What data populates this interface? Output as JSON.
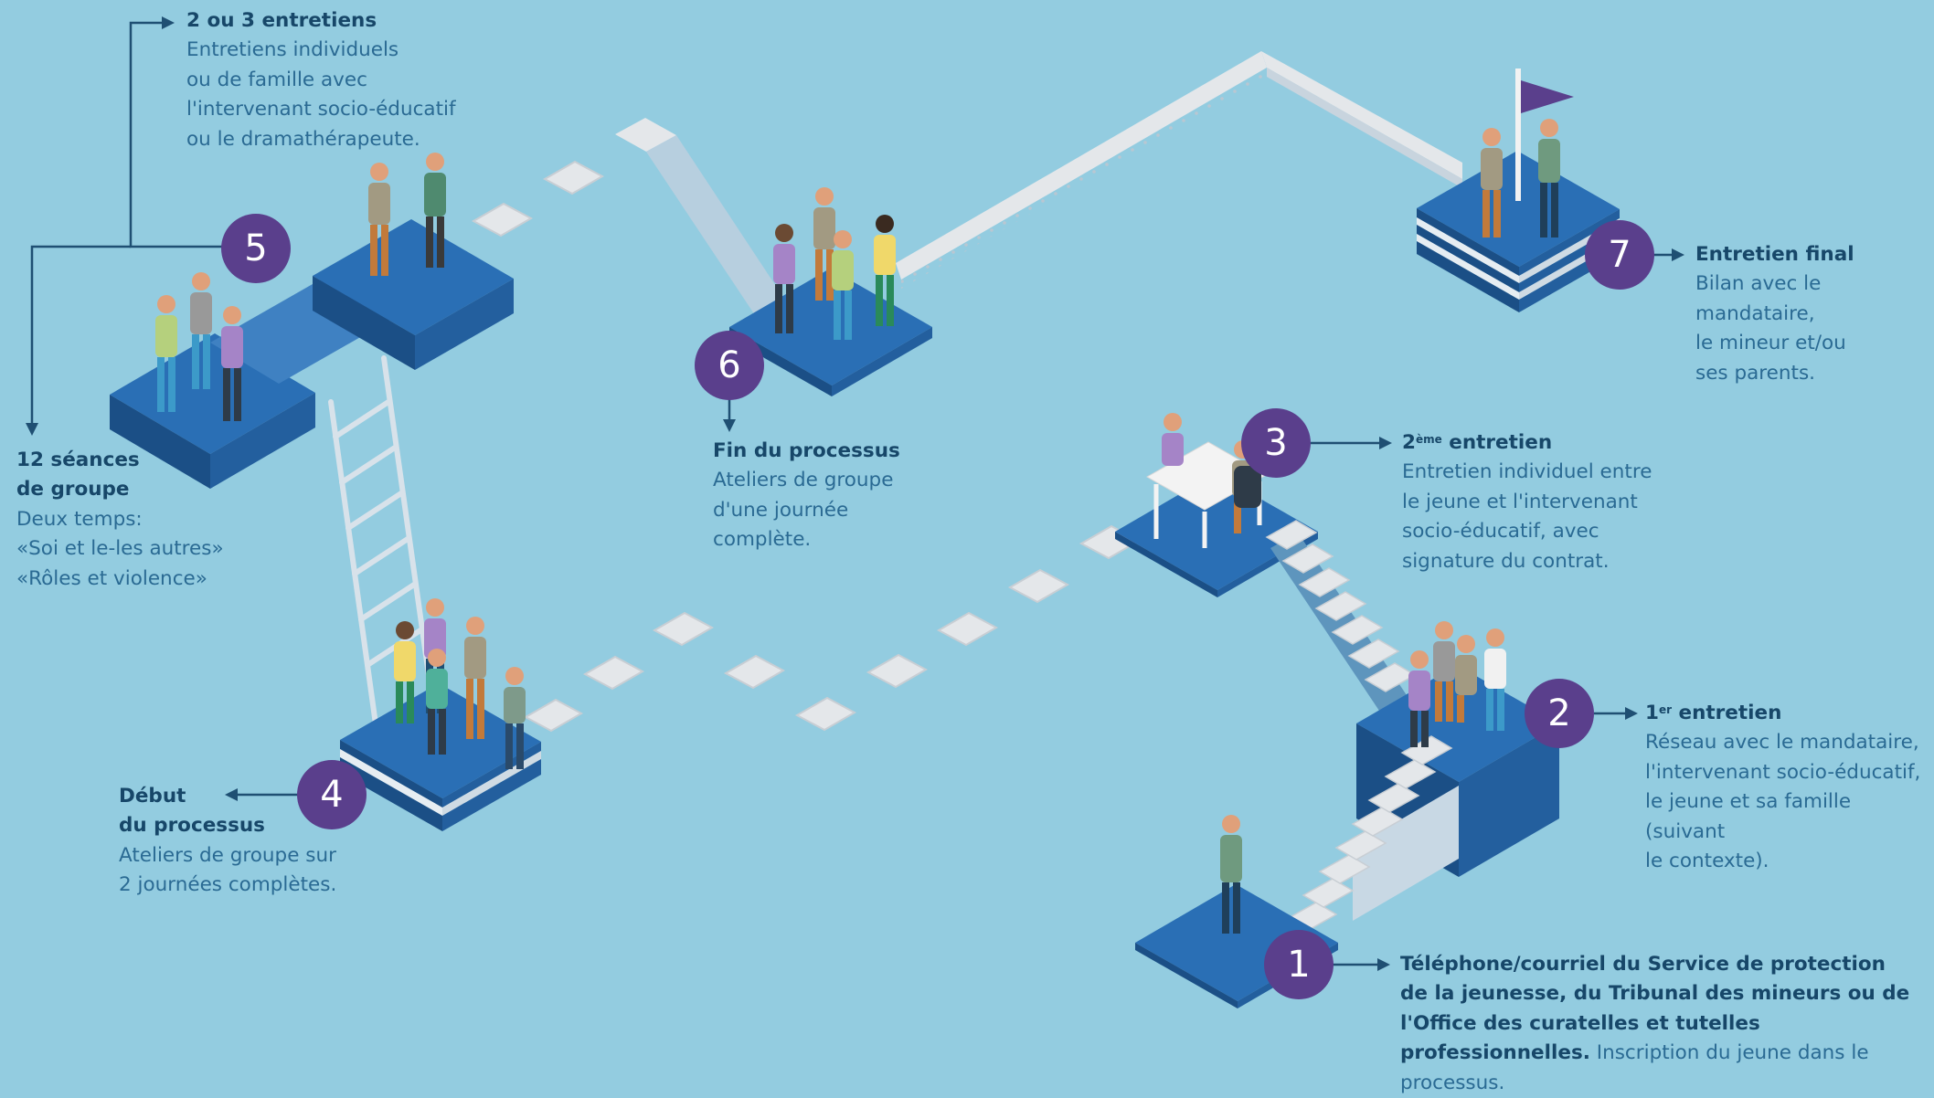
{
  "steps": [
    {
      "number": "1",
      "title": "Téléphone/courriel du Service de protection de la jeunesse, du Tribunal des mineurs ou de l'Office des curatelles et tutelles professionnelles.",
      "body": "Inscription du jeune dans le processus."
    },
    {
      "number": "2",
      "title_main": "1",
      "title_sup": "er",
      "title_rest": " entretien",
      "body_lines": [
        "Réseau avec le mandataire,",
        "l'intervenant socio-éducatif,",
        "le jeune et sa famille (suivant",
        "le contexte)."
      ]
    },
    {
      "number": "3",
      "title_main": "2",
      "title_sup": "ème",
      "title_rest": " entretien",
      "body_lines": [
        "Entretien individuel entre",
        "le jeune et l'intervenant",
        "socio-éducatif, avec",
        "signature du contrat."
      ]
    },
    {
      "number": "4",
      "title_lines": [
        "Début",
        "du processus"
      ],
      "body_lines": [
        "Ateliers de groupe sur",
        "2 journées complètes."
      ]
    },
    {
      "number": "5",
      "a_title": "2 ou 3 entretiens",
      "a_body_lines": [
        "Entretiens individuels",
        "ou de famille avec",
        "l'intervenant socio-éducatif",
        "ou le dramathérapeute."
      ],
      "b_title_lines": [
        "12 séances",
        "de groupe"
      ],
      "b_body_lines": [
        "Deux temps:",
        "«Soi et le-les autres»",
        "«Rôles et violence»"
      ]
    },
    {
      "number": "6",
      "title": "Fin du processus",
      "body_lines": [
        "Ateliers de groupe",
        "d'une journée",
        "complète."
      ]
    },
    {
      "number": "7",
      "title": "Entretien final",
      "body_lines": [
        "Bilan avec le mandataire,",
        "le mineur et/ou",
        "ses parents."
      ]
    }
  ],
  "colors": {
    "background": "#93cce0",
    "platform_top": "#2a6fb5",
    "platform_left": "#1b4f86",
    "platform_right": "#235f9e",
    "badge": "#5a3f8c",
    "stone": "#e2e6ea",
    "heading": "#174769",
    "body": "#2a6a93"
  },
  "icons": [
    "flag-icon",
    "people-group-icon",
    "ladder-icon",
    "staircase-icon",
    "desk-icon"
  ]
}
